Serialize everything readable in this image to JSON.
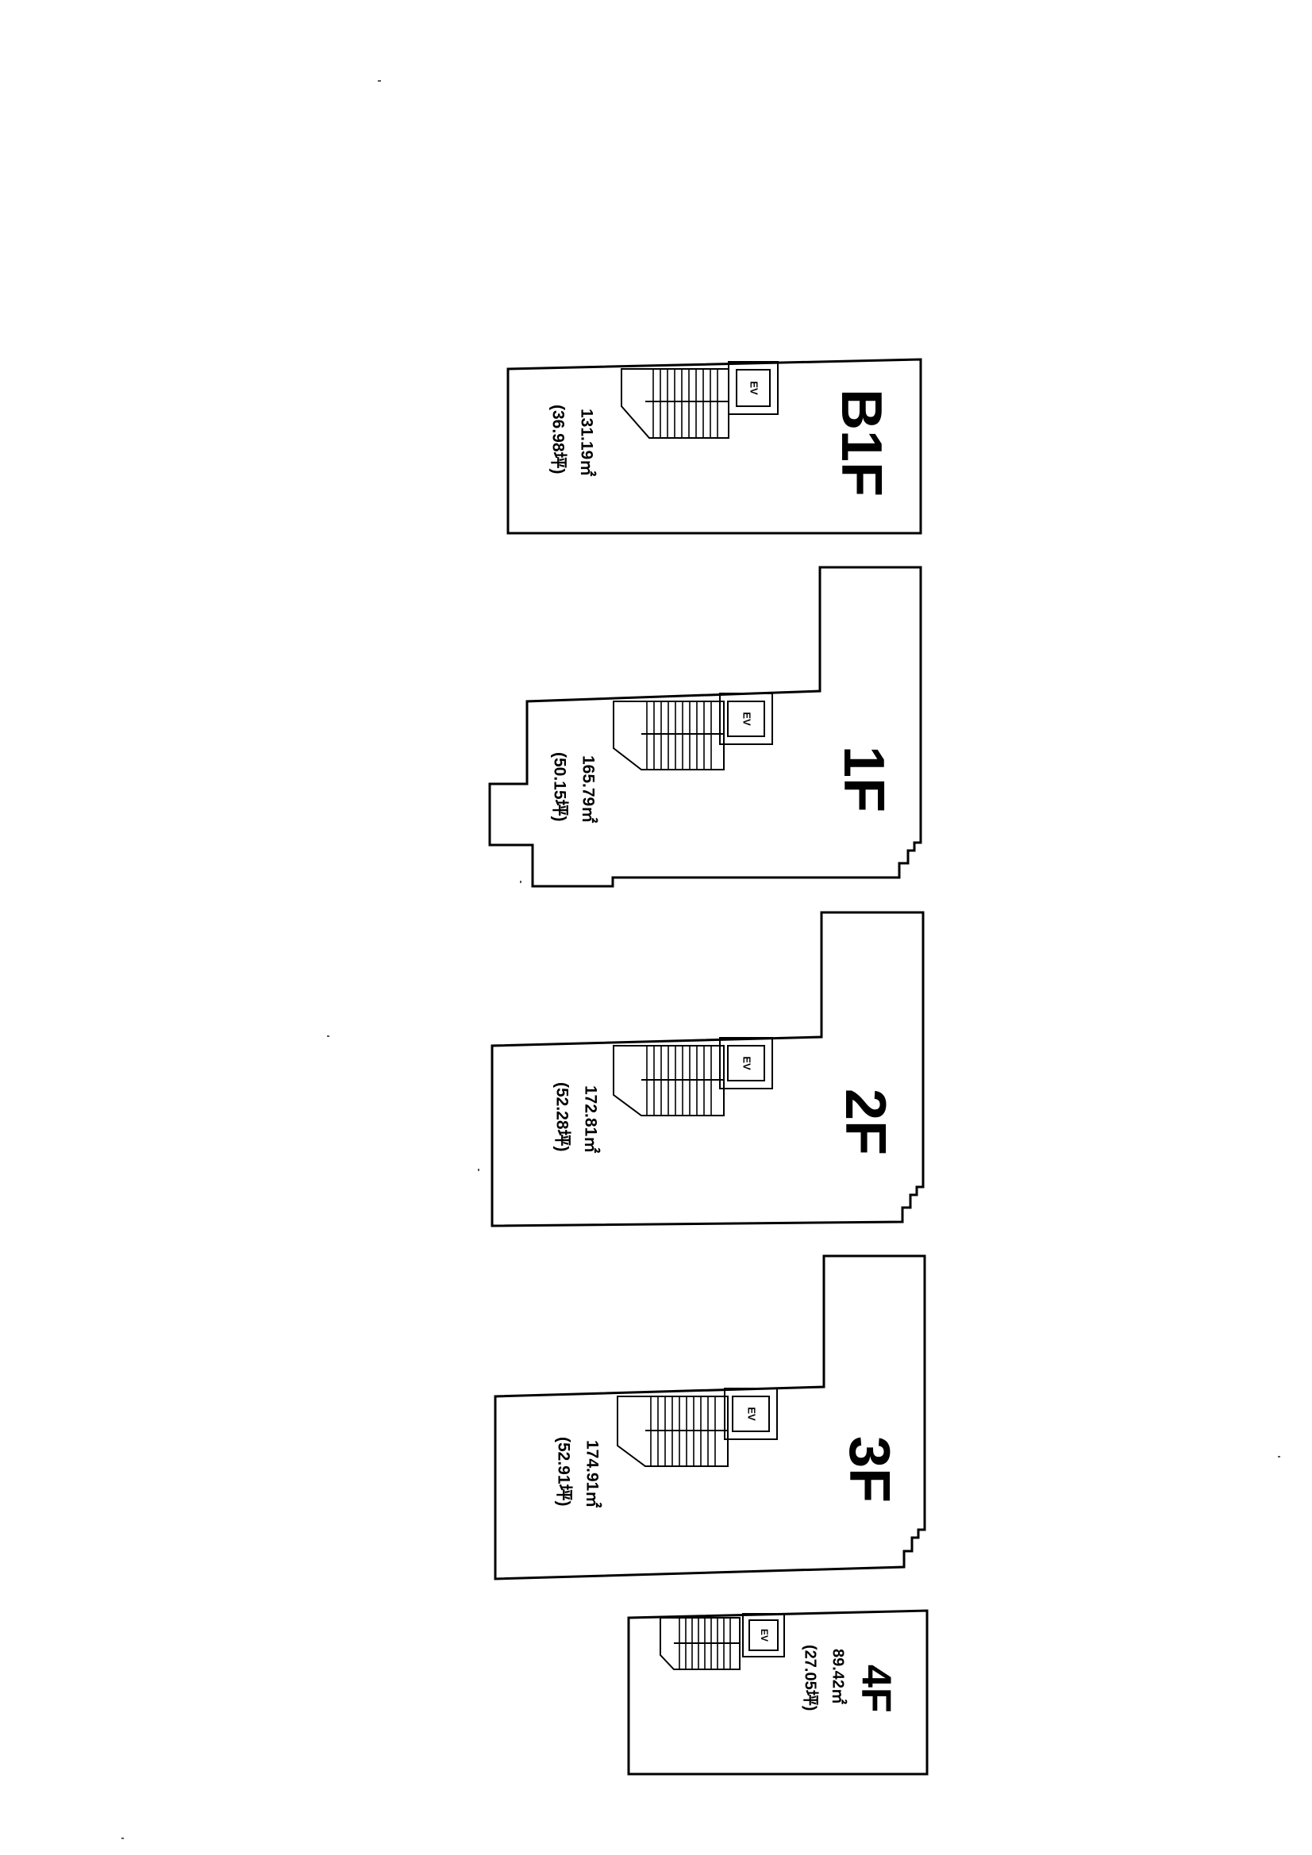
{
  "floors": [
    {
      "id": "b1f",
      "label": "B1F",
      "area_sqm": "131.19㎡",
      "area_tsubo": "(36.98坪)",
      "ev": "EV"
    },
    {
      "id": "1f",
      "label": "1F",
      "area_sqm": "165.79㎡",
      "area_tsubo": "(50.15坪)",
      "ev": "EV"
    },
    {
      "id": "2f",
      "label": "2F",
      "area_sqm": "172.81㎡",
      "area_tsubo": "(52.28坪)",
      "ev": "EV"
    },
    {
      "id": "3f",
      "label": "3F",
      "area_sqm": "174.91㎡",
      "area_tsubo": "(52.91坪)",
      "ev": "EV"
    },
    {
      "id": "4f",
      "label": "4F",
      "area_sqm": "89.42㎡",
      "area_tsubo": "(27.05坪)",
      "ev": "EV"
    }
  ],
  "colors": {
    "line": "#000000",
    "background": "#ffffff"
  }
}
